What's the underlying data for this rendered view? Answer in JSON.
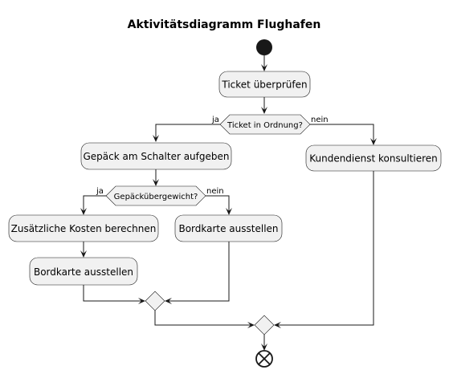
{
  "title": "Aktivitätsdiagramm Flughafen",
  "nodes": {
    "check_ticket": "Ticket überprüfen",
    "decision_ticket": "Ticket in Ordnung?",
    "luggage": "Gepäck am Schalter aufgeben",
    "customer_service": "Kundendienst konsultieren",
    "decision_weight": "Gepäckübergewicht?",
    "extra_costs": "Zusätzliche Kosten berechnen",
    "boarding_pass_left": "Bordkarte ausstellen",
    "boarding_pass_right": "Bordkarte ausstellen"
  },
  "branch_labels": {
    "ticket_yes": "ja",
    "ticket_no": "nein",
    "weight_yes": "ja",
    "weight_no": "nein"
  },
  "colors": {
    "node_fill": "#f1f1f1",
    "line": "#181818"
  }
}
